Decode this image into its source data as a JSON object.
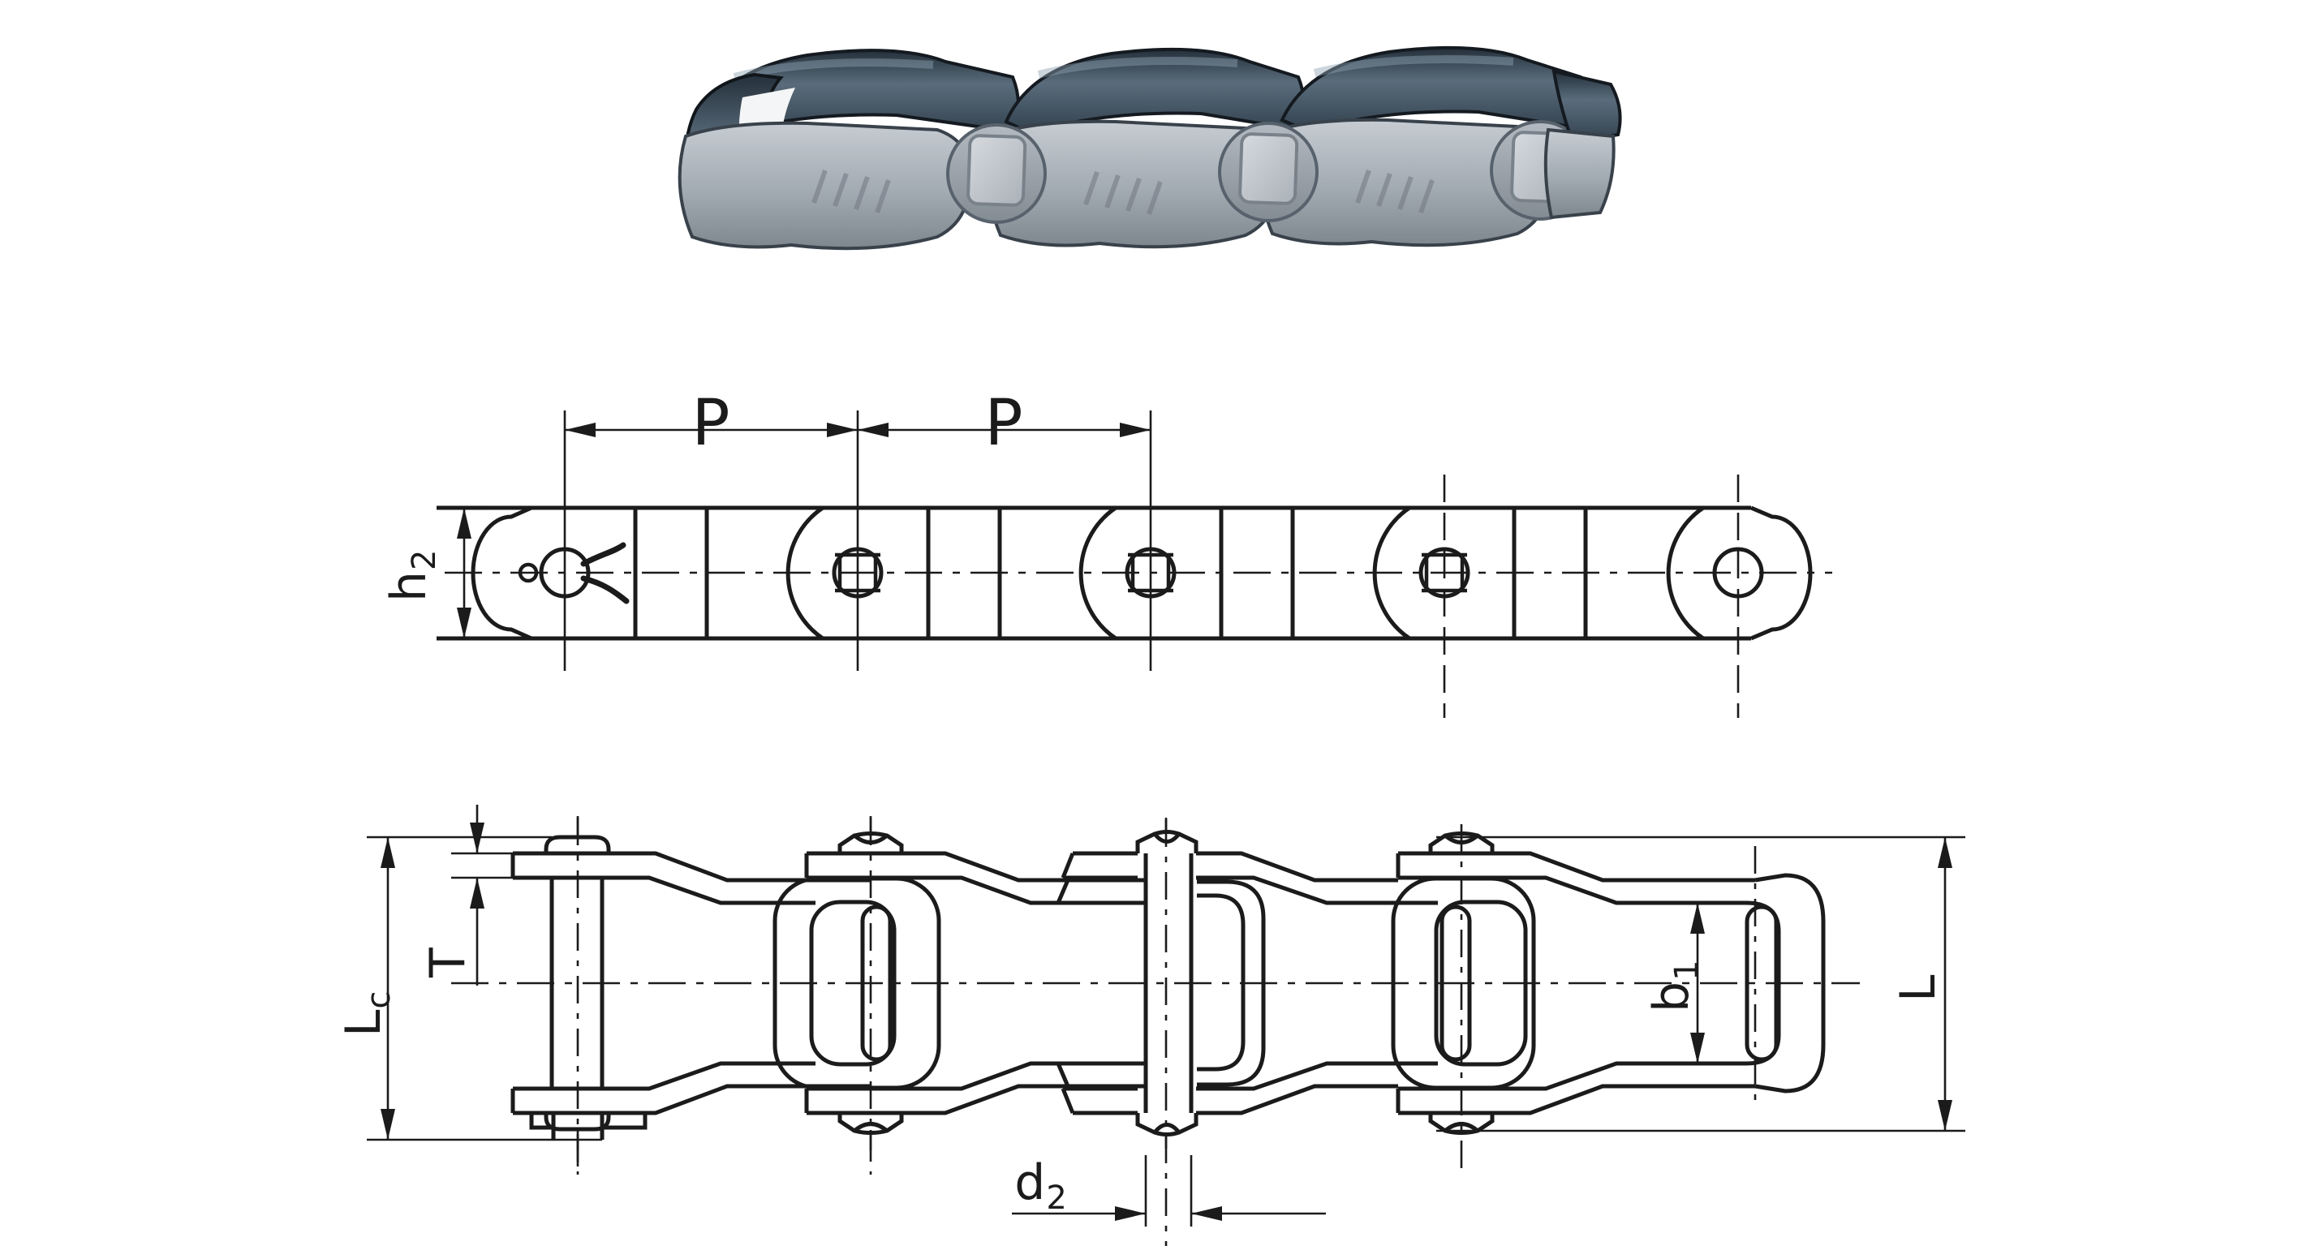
{
  "page": {
    "background": "#ffffff",
    "line_color": "#1b1b1b"
  },
  "photo": {
    "description_name": "steel-pintle-chain-photo",
    "colors": {
      "metal_light": "#c3c9cf",
      "metal_mid": "#9fa7ae",
      "metal_dark": "#3d4c59",
      "shadow": "#161b21",
      "hole": "#0b0e11"
    }
  },
  "side_view": {
    "pitch_label_1": "P",
    "pitch_label_2": "P",
    "height_label": {
      "base": "h",
      "sub": "2"
    }
  },
  "plan_view": {
    "overall_width_label": {
      "base": "L",
      "sub": "c"
    },
    "plate_thickness_label": "T",
    "inner_width_label": {
      "base": "b",
      "sub": "1"
    },
    "pin_length_label": "L",
    "pin_diameter_label": {
      "base": "d",
      "sub": "2"
    }
  }
}
